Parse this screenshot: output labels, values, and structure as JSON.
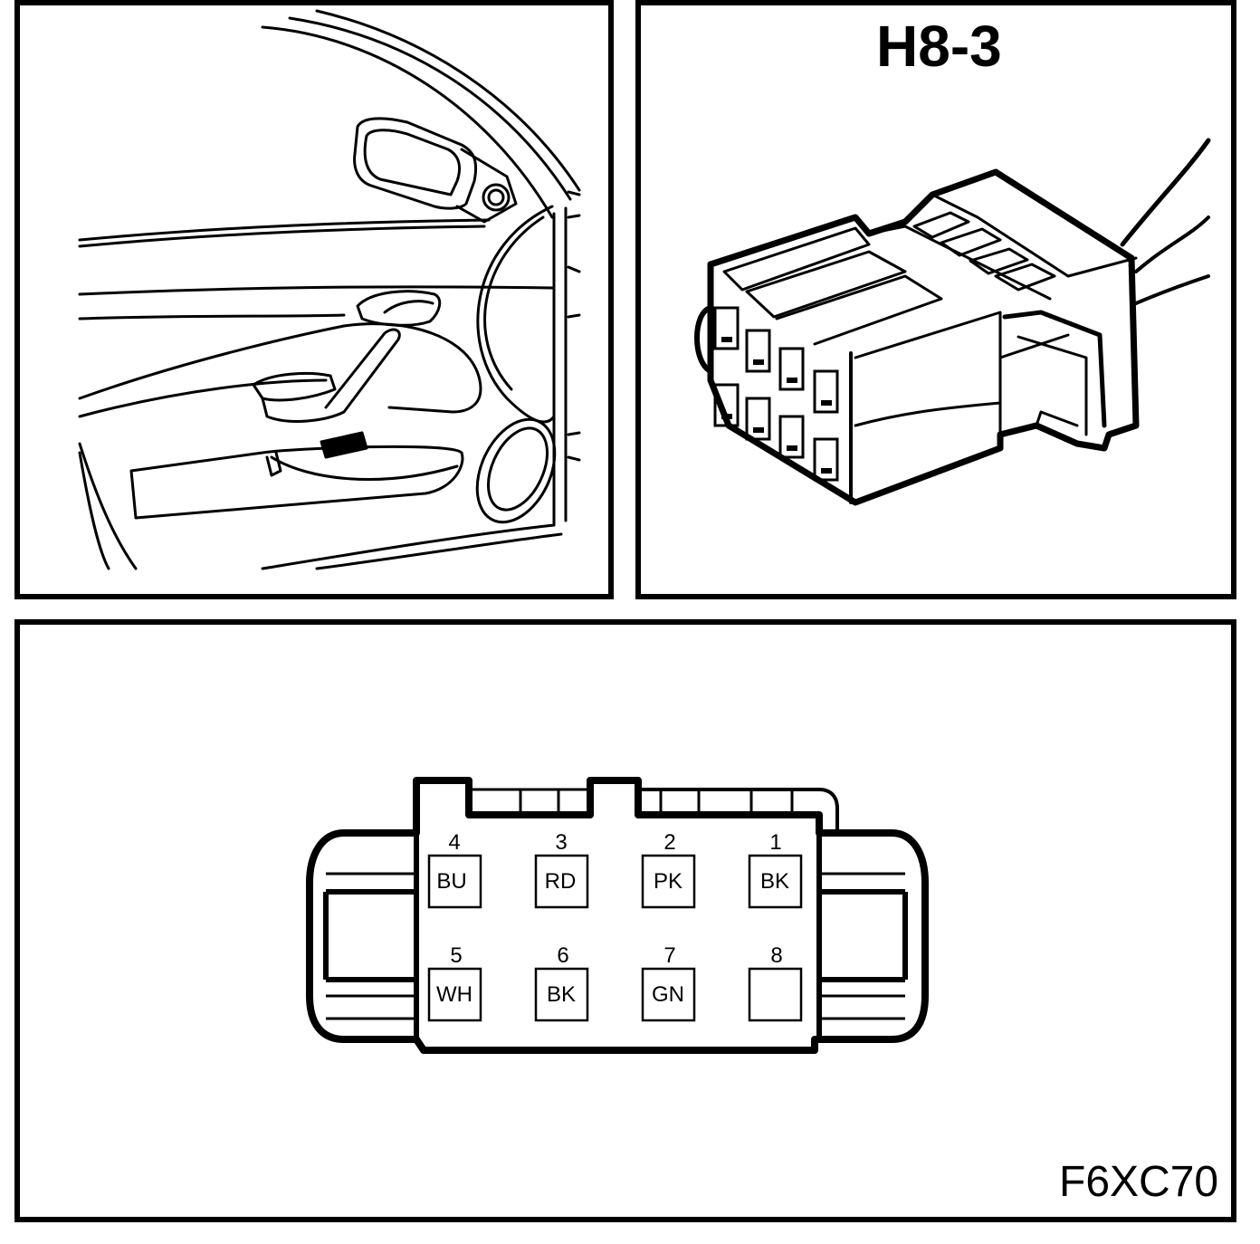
{
  "connector": {
    "title": "H8-3",
    "figure_code": "F6XC70",
    "pins": [
      {
        "number": "4",
        "color": "BU"
      },
      {
        "number": "3",
        "color": "RD"
      },
      {
        "number": "2",
        "color": "PK"
      },
      {
        "number": "1",
        "color": "BK"
      },
      {
        "number": "5",
        "color": "WH"
      },
      {
        "number": "6",
        "color": "BK"
      },
      {
        "number": "7",
        "color": "GN"
      },
      {
        "number": "8",
        "color": ""
      }
    ]
  }
}
